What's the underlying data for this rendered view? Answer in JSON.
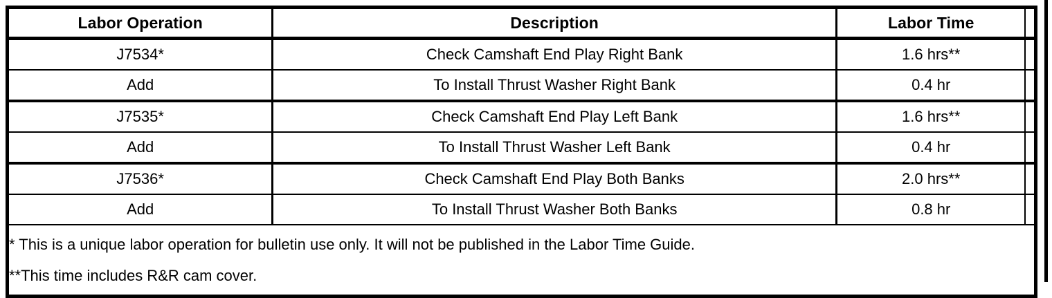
{
  "table": {
    "columns": [
      {
        "key": "labor_operation",
        "label": "Labor Operation"
      },
      {
        "key": "description",
        "label": "Description"
      },
      {
        "key": "labor_time",
        "label": "Labor Time"
      },
      {
        "key": "spacer",
        "label": ""
      }
    ],
    "rows": [
      {
        "labor_operation": "J7534*",
        "description": "Check Camshaft End Play Right Bank",
        "labor_time": "1.6 hrs**",
        "spacer": ""
      },
      {
        "labor_operation": "Add",
        "description": "To Install Thrust Washer Right Bank",
        "labor_time": "0.4 hr",
        "spacer": ""
      },
      {
        "labor_operation": "J7535*",
        "description": "Check Camshaft End Play Left Bank",
        "labor_time": "1.6 hrs**",
        "spacer": ""
      },
      {
        "labor_operation": "Add",
        "description": "To Install Thrust Washer Left Bank",
        "labor_time": "0.4 hr",
        "spacer": ""
      },
      {
        "labor_operation": "J7536*",
        "description": "Check Camshaft End Play Both Banks",
        "labor_time": "2.0 hrs**",
        "spacer": ""
      },
      {
        "labor_operation": "Add",
        "description": "To Install Thrust Washer Both Banks",
        "labor_time": "0.8 hr",
        "spacer": ""
      }
    ],
    "notes": [
      "* This is a unique labor operation for bulletin use only. It will not be published in the Labor Time Guide.",
      "**This time includes R&R cam cover."
    ]
  },
  "colors": {
    "rule": "#000000",
    "text": "#000000",
    "background": "#ffffff"
  }
}
